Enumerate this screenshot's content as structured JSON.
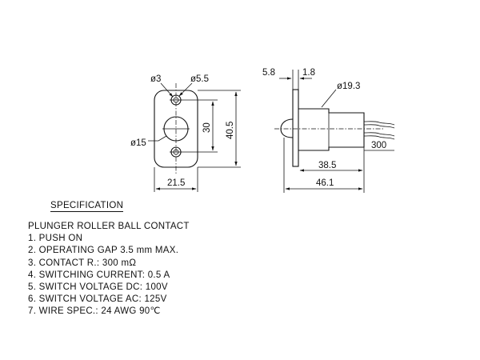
{
  "front_view": {
    "dims": {
      "hole_small": "ø3",
      "hole_counterbore": "ø5.5",
      "plunger_dia": "ø15",
      "hole_spacing": "30",
      "height": "40.5",
      "width": "21.5"
    }
  },
  "side_view": {
    "dims": {
      "flange_thickness": "5.8",
      "gap": "1.8",
      "body_dia": "ø19.3",
      "wire_length": "300",
      "body_length": "38.5",
      "total_length": "46.1"
    }
  },
  "specification": {
    "heading": "SPECIFICATION",
    "product": "PLUNGER ROLLER BALL CONTACT",
    "items": [
      "1. PUSH ON",
      "2. OPERATING GAP 3.5 mm MAX.",
      "3. CONTACT R.: 300 mΩ",
      "4. SWITCHING CURRENT: 0.5 A",
      "5. SWITCH VOLTAGE DC: 100V",
      "6. SWITCH VOLTAGE AC: 125V",
      "7. WIRE SPEC.: 24 AWG 90℃"
    ]
  }
}
